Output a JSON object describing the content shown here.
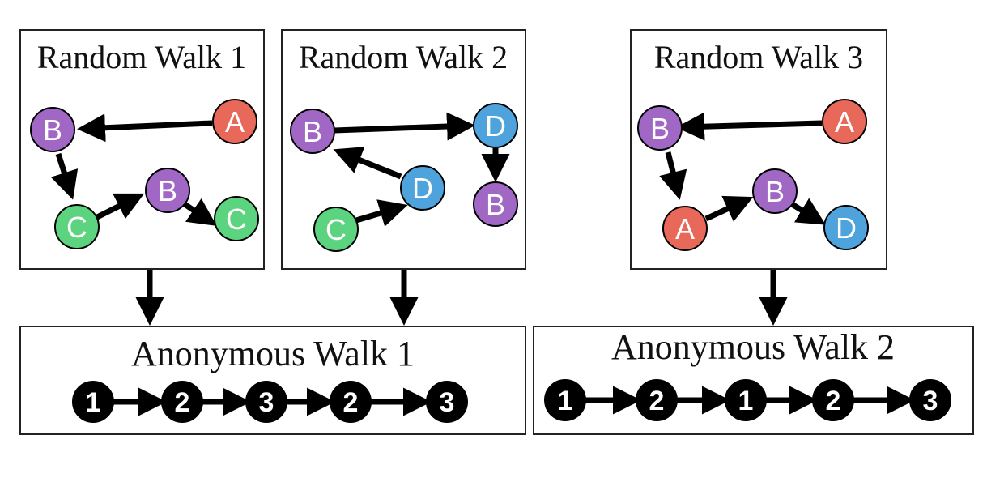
{
  "colors": {
    "A": "#e8685a",
    "B": "#a167c4",
    "C": "#5cd37e",
    "D": "#4ea3dc",
    "anon": "#000000"
  },
  "random_walks": [
    {
      "title": "Random Walk 1",
      "nodes": [
        {
          "label": "A",
          "color_key": "A"
        },
        {
          "label": "B",
          "color_key": "B"
        },
        {
          "label": "C",
          "color_key": "C"
        },
        {
          "label": "B",
          "color_key": "B"
        },
        {
          "label": "C",
          "color_key": "C"
        }
      ]
    },
    {
      "title": "Random Walk 2",
      "nodes": [
        {
          "label": "C",
          "color_key": "C"
        },
        {
          "label": "D",
          "color_key": "D"
        },
        {
          "label": "B",
          "color_key": "B"
        },
        {
          "label": "D",
          "color_key": "D"
        },
        {
          "label": "B",
          "color_key": "B"
        }
      ]
    },
    {
      "title": "Random Walk 3",
      "nodes": [
        {
          "label": "A",
          "color_key": "A"
        },
        {
          "label": "B",
          "color_key": "B"
        },
        {
          "label": "A",
          "color_key": "A"
        },
        {
          "label": "B",
          "color_key": "B"
        },
        {
          "label": "D",
          "color_key": "D"
        }
      ]
    }
  ],
  "anonymous_walks": [
    {
      "title": "Anonymous Walk 1",
      "sequence": [
        "1",
        "2",
        "3",
        "2",
        "3"
      ]
    },
    {
      "title": "Anonymous Walk 2",
      "sequence": [
        "1",
        "2",
        "1",
        "2",
        "3"
      ]
    }
  ]
}
